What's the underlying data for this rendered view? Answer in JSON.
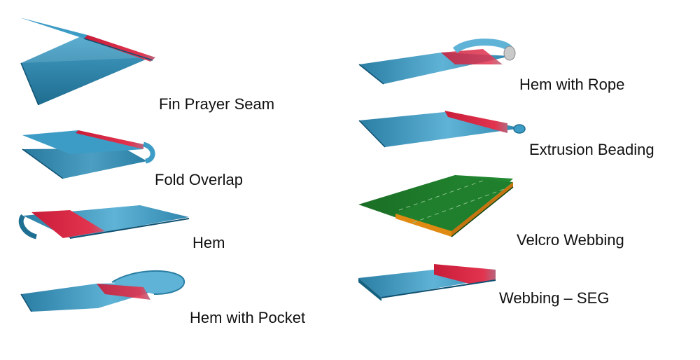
{
  "colors": {
    "fabric_blue": "#2f86ad",
    "fabric_dark": "#14617f",
    "seam_red": "#d8243f",
    "velcro_green": "#1d7a2a",
    "velcro_orange": "#e08a12"
  },
  "items": [
    {
      "label": "Fin Prayer Seam"
    },
    {
      "label": "Fold Overlap"
    },
    {
      "label": "Hem"
    },
    {
      "label": "Hem with Pocket"
    },
    {
      "label": "Hem with Rope"
    },
    {
      "label": "Extrusion Beading"
    },
    {
      "label": "Velcro Webbing"
    },
    {
      "label": "Webbing – SEG"
    }
  ]
}
